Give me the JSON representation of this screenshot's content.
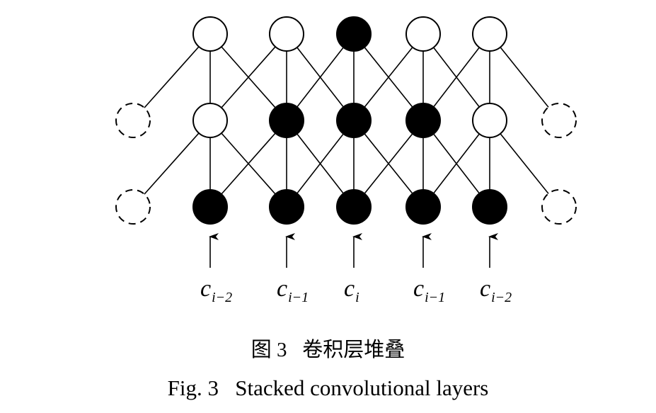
{
  "diagram": {
    "top_layer": [
      {
        "id": "t1",
        "state": "empty"
      },
      {
        "id": "t2",
        "state": "empty"
      },
      {
        "id": "t3",
        "state": "filled"
      },
      {
        "id": "t4",
        "state": "empty"
      },
      {
        "id": "t5",
        "state": "empty"
      }
    ],
    "middle_layer": [
      {
        "id": "mP1",
        "state": "padding"
      },
      {
        "id": "m1",
        "state": "empty"
      },
      {
        "id": "m2",
        "state": "filled"
      },
      {
        "id": "m3",
        "state": "filled"
      },
      {
        "id": "m4",
        "state": "filled"
      },
      {
        "id": "m5",
        "state": "empty"
      },
      {
        "id": "mP2",
        "state": "padding"
      }
    ],
    "bottom_layer": [
      {
        "id": "bP1",
        "state": "padding"
      },
      {
        "id": "b1",
        "state": "filled"
      },
      {
        "id": "b2",
        "state": "filled"
      },
      {
        "id": "b3",
        "state": "filled"
      },
      {
        "id": "b4",
        "state": "filled"
      },
      {
        "id": "b5",
        "state": "filled"
      },
      {
        "id": "bP2",
        "state": "padding"
      }
    ],
    "connections": [
      [
        "t1",
        "mP1"
      ],
      [
        "t1",
        "m1"
      ],
      [
        "t1",
        "m2"
      ],
      [
        "t2",
        "m1"
      ],
      [
        "t2",
        "m2"
      ],
      [
        "t2",
        "m3"
      ],
      [
        "t3",
        "m2"
      ],
      [
        "t3",
        "m3"
      ],
      [
        "t3",
        "m4"
      ],
      [
        "t4",
        "m3"
      ],
      [
        "t4",
        "m4"
      ],
      [
        "t4",
        "m5"
      ],
      [
        "t5",
        "m4"
      ],
      [
        "t5",
        "m5"
      ],
      [
        "t5",
        "mP2"
      ],
      [
        "m1",
        "bP1"
      ],
      [
        "m1",
        "b1"
      ],
      [
        "m1",
        "b2"
      ],
      [
        "m2",
        "b1"
      ],
      [
        "m2",
        "b2"
      ],
      [
        "m2",
        "b3"
      ],
      [
        "m3",
        "b2"
      ],
      [
        "m3",
        "b3"
      ],
      [
        "m3",
        "b4"
      ],
      [
        "m4",
        "b3"
      ],
      [
        "m4",
        "b4"
      ],
      [
        "m4",
        "b5"
      ],
      [
        "m5",
        "b4"
      ],
      [
        "m5",
        "b5"
      ],
      [
        "m5",
        "bP2"
      ]
    ],
    "inputs": [
      {
        "main": "c",
        "sub": "i−2"
      },
      {
        "main": "c",
        "sub": "i−1"
      },
      {
        "main": "c",
        "sub": "i"
      },
      {
        "main": "c",
        "sub": "i−1"
      },
      {
        "main": "c",
        "sub": "i−2"
      }
    ]
  },
  "caption": {
    "zh": "图 3   卷积层堆叠",
    "en": "Fig. 3   Stacked convolutional layers"
  }
}
